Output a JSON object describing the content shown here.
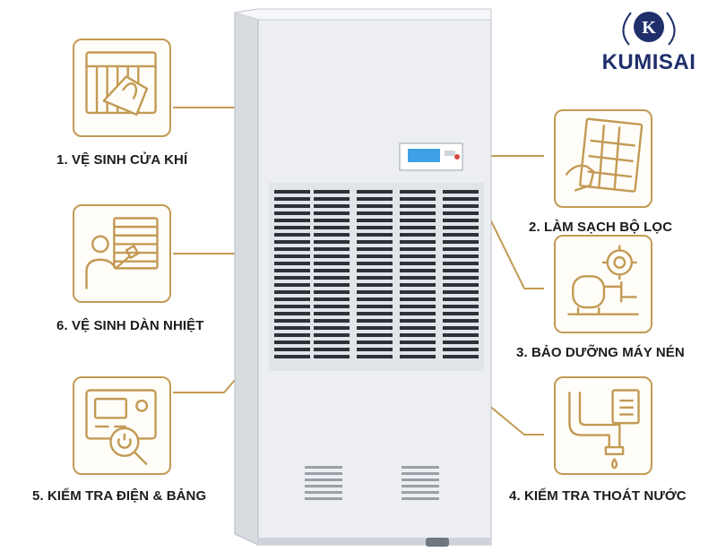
{
  "brand": {
    "name": "KUMISAI",
    "monogram": "K"
  },
  "steps": [
    {
      "label": "1. VỆ SINH CỬA KHÍ"
    },
    {
      "label": "2. LÀM SẠCH BỘ LỌC"
    },
    {
      "label": "3. BẢO DƯỠNG MÁY NÉN"
    },
    {
      "label": "4. KIỂM TRA THOÁT NƯỚC"
    },
    {
      "label": "5. KIỂM TRA ĐIỆN & BẢNG"
    },
    {
      "label": "6. VỆ SINH DÀN NHIỆT"
    }
  ],
  "colors": {
    "accent": "#c39a54",
    "brand": "#1f2f6b",
    "text": "#1c1c1c"
  }
}
